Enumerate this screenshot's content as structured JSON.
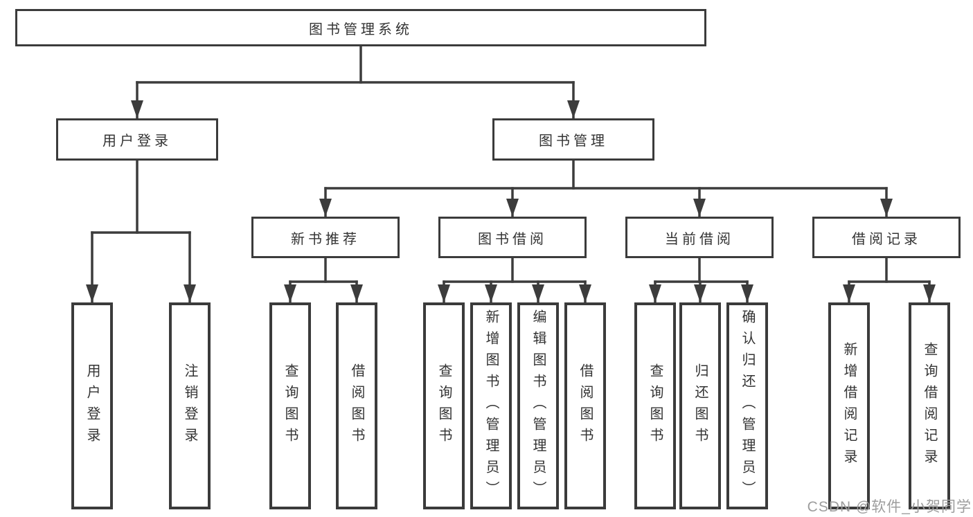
{
  "diagram": {
    "root": {
      "label": "图书管理系统"
    },
    "branches": [
      {
        "label": "用户登录",
        "children": [
          {
            "label": "用户登录"
          },
          {
            "label": "注销登录"
          }
        ]
      },
      {
        "label": "图书管理",
        "children": [
          {
            "label": "新书推荐",
            "children": [
              {
                "label": "查询图书"
              },
              {
                "label": "借阅图书"
              }
            ]
          },
          {
            "label": "图书借阅",
            "children": [
              {
                "label": "查询图书"
              },
              {
                "label": "新增图书（管理员）"
              },
              {
                "label": "编辑图书（管理员）"
              },
              {
                "label": "借阅图书"
              }
            ]
          },
          {
            "label": "当前借阅",
            "children": [
              {
                "label": "查询图书"
              },
              {
                "label": "归还图书"
              },
              {
                "label": "确认归还（管理员）"
              }
            ]
          },
          {
            "label": "借阅记录",
            "children": [
              {
                "label": "新增借阅记录"
              },
              {
                "label": "查询借阅记录"
              }
            ]
          }
        ]
      }
    ],
    "colors": {
      "line": "#3c3c3c",
      "text": "#333333",
      "background": "#ffffff",
      "watermark": "#9d9d9d"
    }
  },
  "watermark": {
    "text": "CSDN @软件_小贺同学"
  }
}
